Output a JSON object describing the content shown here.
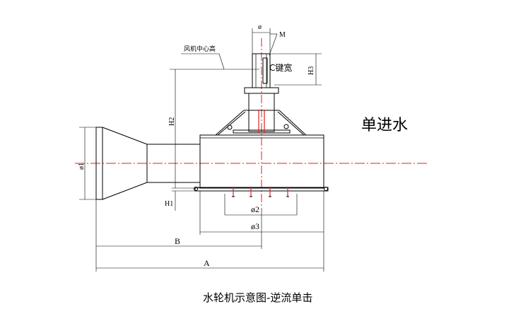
{
  "caption": "水轮机示意图-逆流单击",
  "flow_label": "单进水",
  "fan_center_label": "风机中心高",
  "key_width_label": "C键宽",
  "labels": {
    "phi": "ø",
    "m": "M",
    "h1": "H1",
    "h2": "H2",
    "h3": "H3",
    "d1": "ø1",
    "d2": "ø2",
    "d3": "ø3",
    "a": "A",
    "b": "B"
  },
  "colors": {
    "line": "#000000",
    "centerline": "#e02020",
    "background": "#ffffff"
  }
}
